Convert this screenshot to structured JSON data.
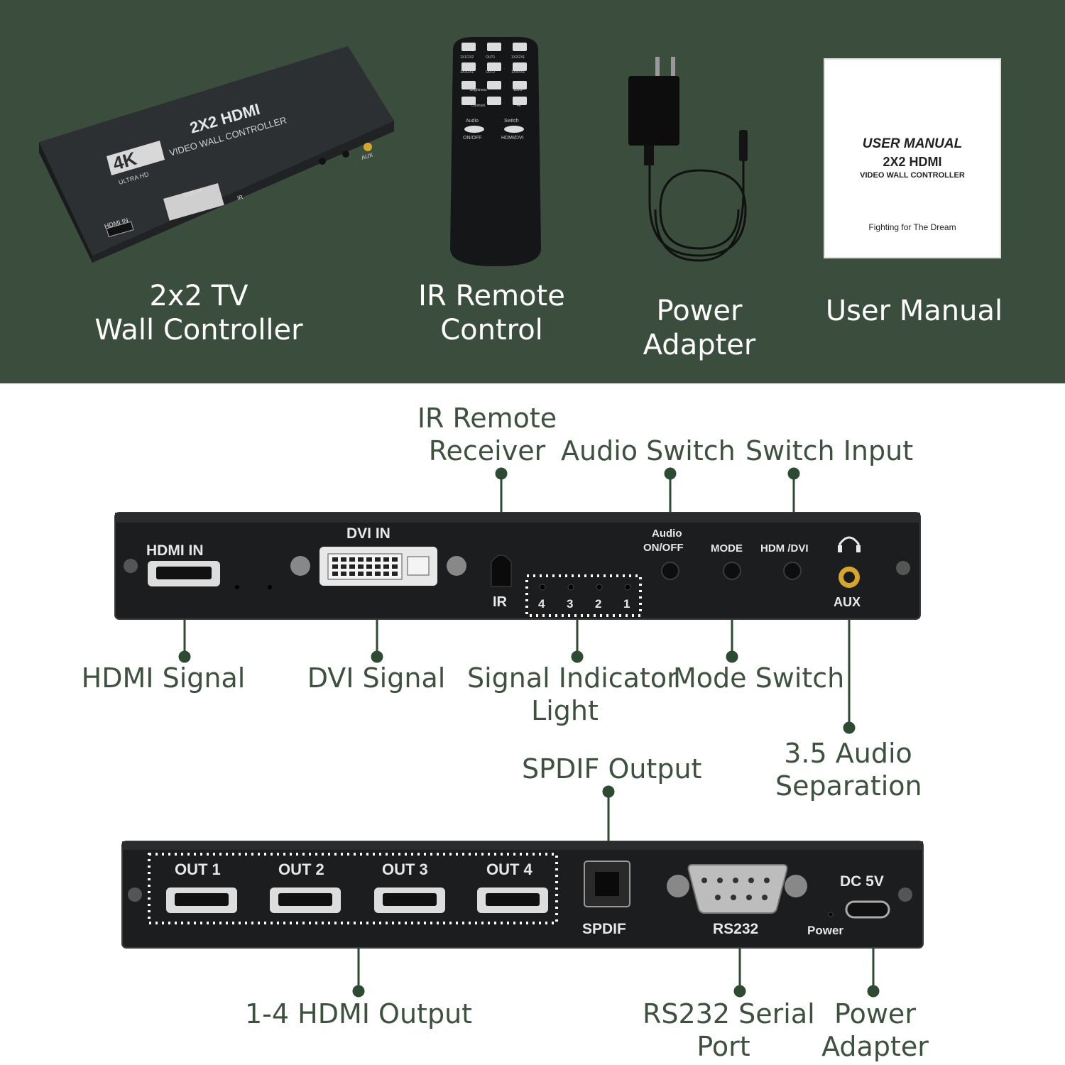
{
  "package": {
    "items": [
      {
        "label_line1": "2x2 TV",
        "label_line2": "Wall Controller"
      },
      {
        "label_line1": "IR Remote",
        "label_line2": "Control"
      },
      {
        "label_line1": "Power Adapter",
        "label_line2": ""
      },
      {
        "label_line1": "User Manual",
        "label_line2": ""
      }
    ],
    "device": {
      "badge": "4K",
      "badge_sub": "ULTRA HD",
      "title": "2X2 HDMI",
      "subtitle": "VIDEO WALL CONTROLLER",
      "port_hdmi": "HDMI IN",
      "port_dvi": "DVI IN",
      "ir": "IR",
      "aux": "AUX"
    },
    "remote": {
      "keys": [
        "1X1/2X2",
        "OUT1",
        "1X2/2X1",
        "1X3/3X1",
        "OUT2",
        "1X4/4X1"
      ],
      "brightness": "Brightness",
      "resolution_1080": "1080P",
      "contrast": "Contrast",
      "resolution_4k": "4K",
      "audio": "Audio",
      "audio_sub": "ON/OFF",
      "switch": "Switch",
      "switch_sub": "HDMI/DVI"
    },
    "manual": {
      "line1": "USER MANUAL",
      "line2": "2X2 HDMI",
      "line3": "VIDEO WALL CONTROLLER",
      "footer": "Fighting for The Dream"
    }
  },
  "front_panel": {
    "hdmi_in": "HDMI IN",
    "dvi_in": "DVI IN",
    "ir": "IR",
    "leds": [
      "4",
      "3",
      "2",
      "1"
    ],
    "audio_line1": "Audio",
    "audio_line2": "ON/OFF",
    "mode": "MODE",
    "hdmi_dvi": "HDM /DVI",
    "aux": "AUX"
  },
  "front_callouts": {
    "ir_receiver_1": "IR Remote",
    "ir_receiver_2": "Receiver",
    "audio_switch": "Audio Switch",
    "switch_input": "Switch Input",
    "hdmi_signal": "HDMI Signal",
    "dvi_signal": "DVI Signal",
    "signal_light_1": "Signal Indicator",
    "signal_light_2": "Light",
    "mode_switch": "Mode Switch",
    "audio_sep_1": "3.5 Audio",
    "audio_sep_2": "Separation"
  },
  "rear_panel": {
    "outputs": [
      "OUT 1",
      "OUT 2",
      "OUT 3",
      "OUT 4"
    ],
    "spdif": "SPDIF",
    "rs232": "RS232",
    "power": "Power",
    "dc": "DC 5V"
  },
  "rear_callouts": {
    "spdif_output": "SPDIF Output",
    "hdmi_output": "1-4 HDMI Output",
    "rs232_1": "RS232 Serial",
    "rs232_2": "Port",
    "power_1": "Power",
    "power_2": "Adapter"
  },
  "colors": {
    "top_bg": "#3b4d3c",
    "callout_text": "#3e513f",
    "panel": "#1c1d1f",
    "line": "#2f4a33"
  }
}
